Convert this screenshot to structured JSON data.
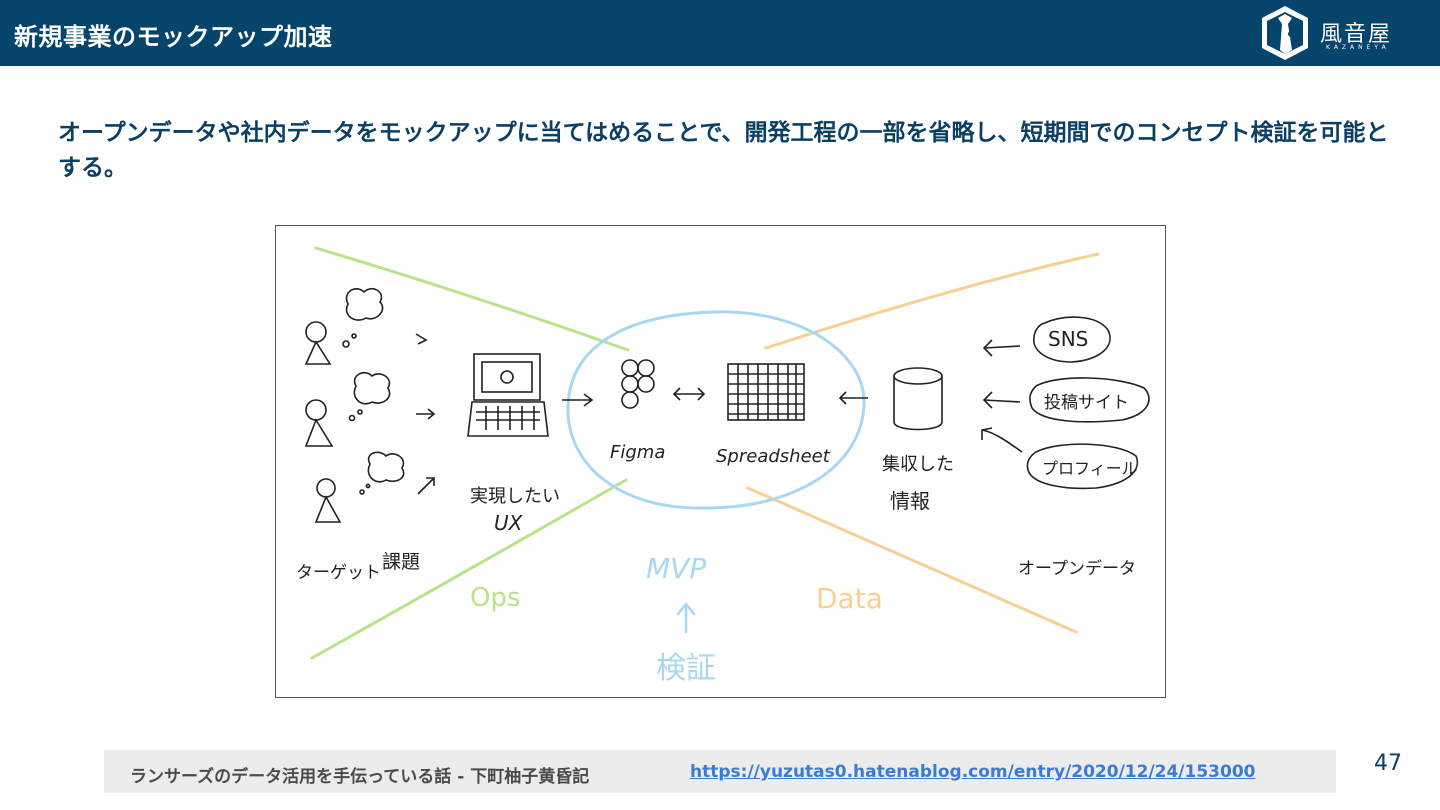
{
  "header": {
    "title": "新規事業のモックアップ加速",
    "logo_text": "風音屋",
    "logo_sub": "KAZANEYA"
  },
  "lead": {
    "text": "オープンデータや社内データをモックアップに当てはめることで、開発工程の一部を省略し、短期間でのコンセプト検証を可能とする。"
  },
  "diagram": {
    "figma": "Figma",
    "spreadsheet": "Spreadsheet",
    "ux_line1": "実現したい",
    "ux_line2": "UX",
    "target": "ターゲット",
    "issue": "課題",
    "collected_line1": "集収した",
    "collected_line2": "情報",
    "sns": "SNS",
    "posting_site": "投稿サイト",
    "profile": "プロフィール",
    "open_data": "オープンデータ",
    "ops": "Ops",
    "mvp": "MVP",
    "data": "Data",
    "verification": "検証",
    "colors": {
      "ops": "#b9e38a",
      "data": "#f6cf94",
      "mvp": "#a8d8f0",
      "ink": "#222222"
    }
  },
  "footer": {
    "reference": "ランサーズのデータ活用を手伝っている話 - 下町柚子黄昏記",
    "link": "https://yuzutas0.hatenablog.com/entry/2020/12/24/153000"
  },
  "page_number": "47"
}
